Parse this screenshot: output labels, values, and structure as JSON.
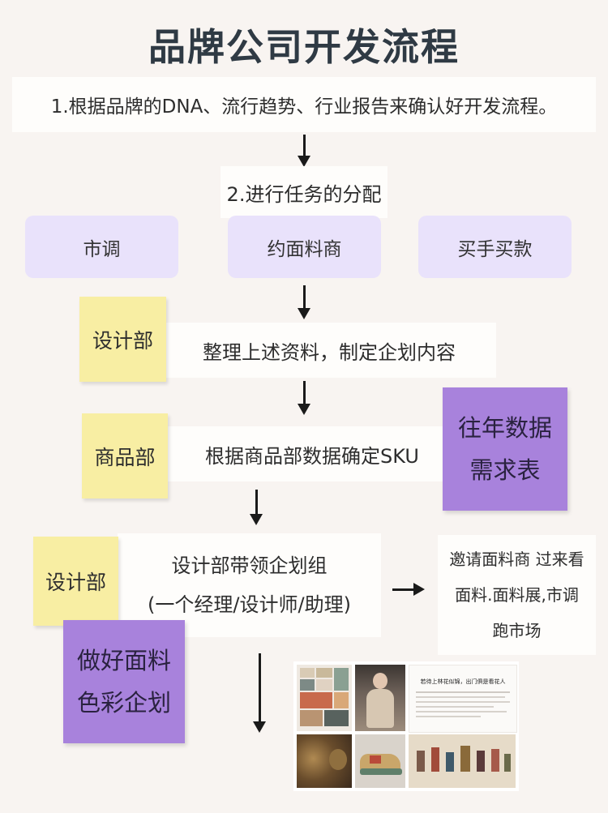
{
  "title": "品牌公司开发流程",
  "step1": "1.根据品牌的DNA、流行趋势、行业报告来确认好开发流程。",
  "step2": "2.进行任务的分配",
  "tasks": [
    "市调",
    "约面料商",
    "买手买款"
  ],
  "design_dept_1": "设计部",
  "planning_text": "整理上述资料，制定企划内容",
  "product_dept": "商品部",
  "sku_text": "根据商品部数据确定SKU",
  "past_data_note": [
    "往年数据",
    "需求表"
  ],
  "design_dept_2": "设计部",
  "team_lines": [
    "设计部带领企划组",
    "(一个经理/设计师/助理)"
  ],
  "supplier_lines": [
    "邀请面料商 过来看",
    "面料.面料展,市调",
    "跑市场"
  ],
  "fabric_note": [
    "做好面料",
    "色彩企划"
  ],
  "collage": {
    "headline": "若待上林花似锦，出门俱是看花人"
  },
  "colors": {
    "sticky_yellow": "#f8eea3",
    "sticky_purple": "#a882dc",
    "task_box": "#e9e2fb",
    "background": "#f8f4f1"
  }
}
